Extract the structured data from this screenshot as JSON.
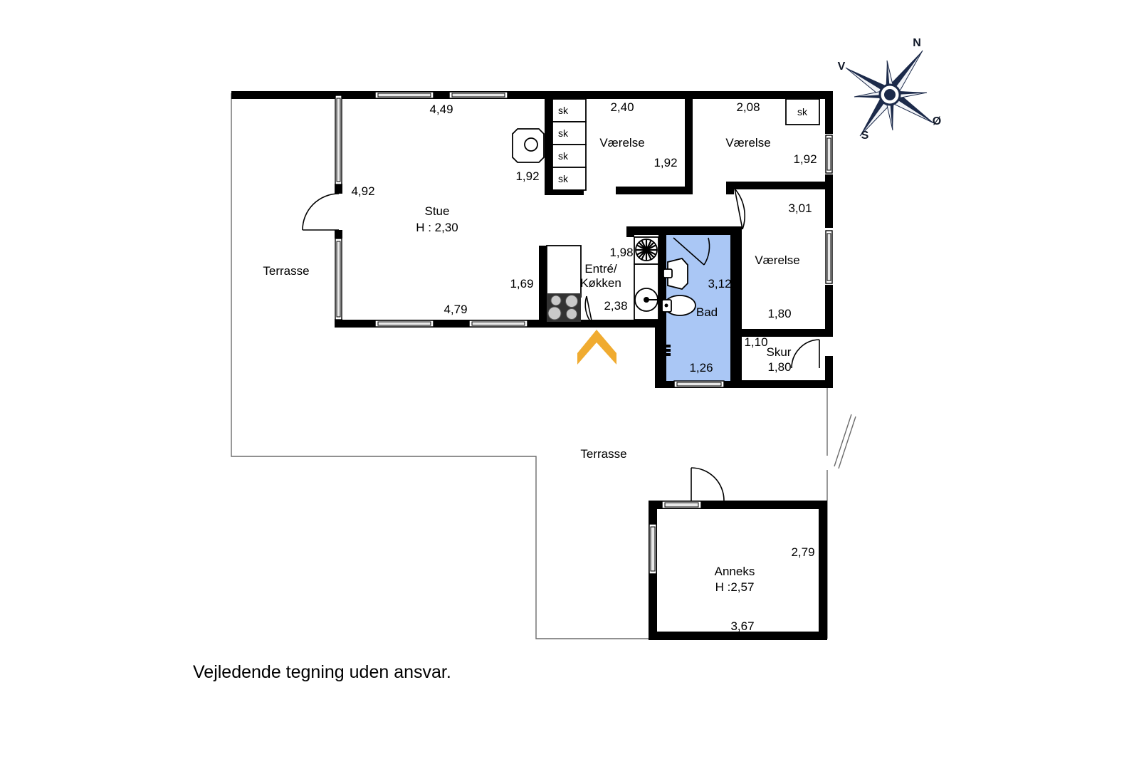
{
  "document": {
    "type": "floor-plan",
    "disclaimer": "Vejledende tegning uden ansvar."
  },
  "compass": {
    "north": "N",
    "west": "V",
    "south": "S",
    "east": "Ø"
  },
  "colors": {
    "wall": "#000000",
    "bathroom_fill": "#aac7f5",
    "entrance_arrow": "#f0ab30",
    "compass": "#1c2a4a",
    "terrace_outline": "#6b6b6b"
  },
  "rooms": {
    "terrasse_west": {
      "label": "Terrasse"
    },
    "terrasse_south": {
      "label": "Terrasse"
    },
    "stue": {
      "label": "Stue",
      "height_label": "H : 2,30"
    },
    "vaerelse_1": {
      "label": "Værelse"
    },
    "vaerelse_2": {
      "label": "Værelse"
    },
    "vaerelse_3": {
      "label": "Værelse"
    },
    "entre_kokken": {
      "line1": "Entré/",
      "line2": "Køkken"
    },
    "bad": {
      "label": "Bad"
    },
    "skur": {
      "label": "Skur"
    },
    "anneks": {
      "label": "Anneks",
      "height_label": "H :2,57"
    }
  },
  "dimensions": {
    "stue_top": "4,49",
    "stue_left": "4,92",
    "stue_bottom": "4,79",
    "hall_width": "1,92",
    "kitchen_left": "1,69",
    "kitchen_bottom": "2,38",
    "kitchen_inner": "1,98",
    "vaerelse1_top": "2,40",
    "vaerelse1_right": "1,92",
    "vaerelse2_top": "2,08",
    "vaerelse2_right": "1,92",
    "vaerelse3_top": "3,01",
    "vaerelse3_bottom": "1,80",
    "bad_right": "3,12",
    "bad_bottom": "1,26",
    "skur_left": "1,10",
    "skur_bottom": "1,80",
    "anneks_right": "2,79",
    "anneks_bottom": "3,67"
  },
  "closets": {
    "label": "sk",
    "hall_column": [
      "sk",
      "sk",
      "sk",
      "sk"
    ],
    "vaerelse2": "sk"
  }
}
